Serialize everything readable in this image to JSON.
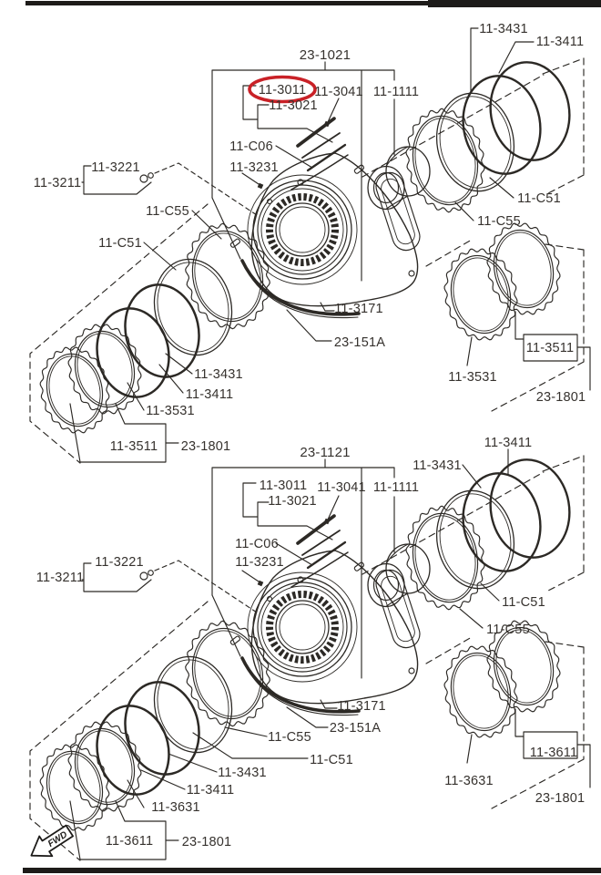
{
  "page": {
    "background": "#ffffff",
    "line_color": "#2c2925",
    "text_color": "#36322e",
    "highlight_color": "#c92127",
    "fwd_label": "FWD"
  },
  "assemblies": [
    {
      "name": "upper",
      "title": "23-1021",
      "highlighted_part": "11-3011",
      "labels": {
        "l3011": "11-3011",
        "l3041": "11-3041",
        "l3021": "11-3021",
        "l1111": "11-1111",
        "lc06": "11-C06",
        "l3231": "11-3231",
        "l3221": "11-3221",
        "l3211": "11-3211",
        "lc55_a": "11-C55",
        "lc51_a": "11-C51",
        "l3431_r": "11-3431",
        "l3411_r": "11-3411",
        "lc51_r": "11-C51",
        "lc55_r": "11-C55",
        "l3171": "11-3171",
        "l151a": "23-151A",
        "l3431_l": "11-3431",
        "l3411_l": "11-3411",
        "l3531_l": "11-3531",
        "l3511_l": "11-3511",
        "l1801_l": "23-1801",
        "l3511_r": "11-3511",
        "l3531_r": "11-3531",
        "l1801_r": "23-1801"
      }
    },
    {
      "name": "lower",
      "title": "23-1121",
      "labels": {
        "l3011": "11-3011",
        "l3041": "11-3041",
        "l3021": "11-3021",
        "l1111": "11-1111",
        "lc06": "11-C06",
        "l3231": "11-3231",
        "l3221": "11-3221",
        "l3211": "11-3211",
        "lc55_m": "11-C55",
        "lc51_m": "11-C51",
        "l3431_r": "11-3431",
        "l3411_r": "11-3411",
        "lc51_r": "11-C51",
        "lc55_r": "11-C55",
        "l3171": "11-3171",
        "l151a": "23-151A",
        "l3431_l": "11-3431",
        "l3411_l": "11-3411",
        "l3631_l": "11-3631",
        "l3611_l": "11-3611",
        "l1801_l": "23-1801",
        "l3611_r": "11-3611",
        "l3631_r": "11-3631",
        "l1801_r": "23-1801"
      }
    }
  ]
}
